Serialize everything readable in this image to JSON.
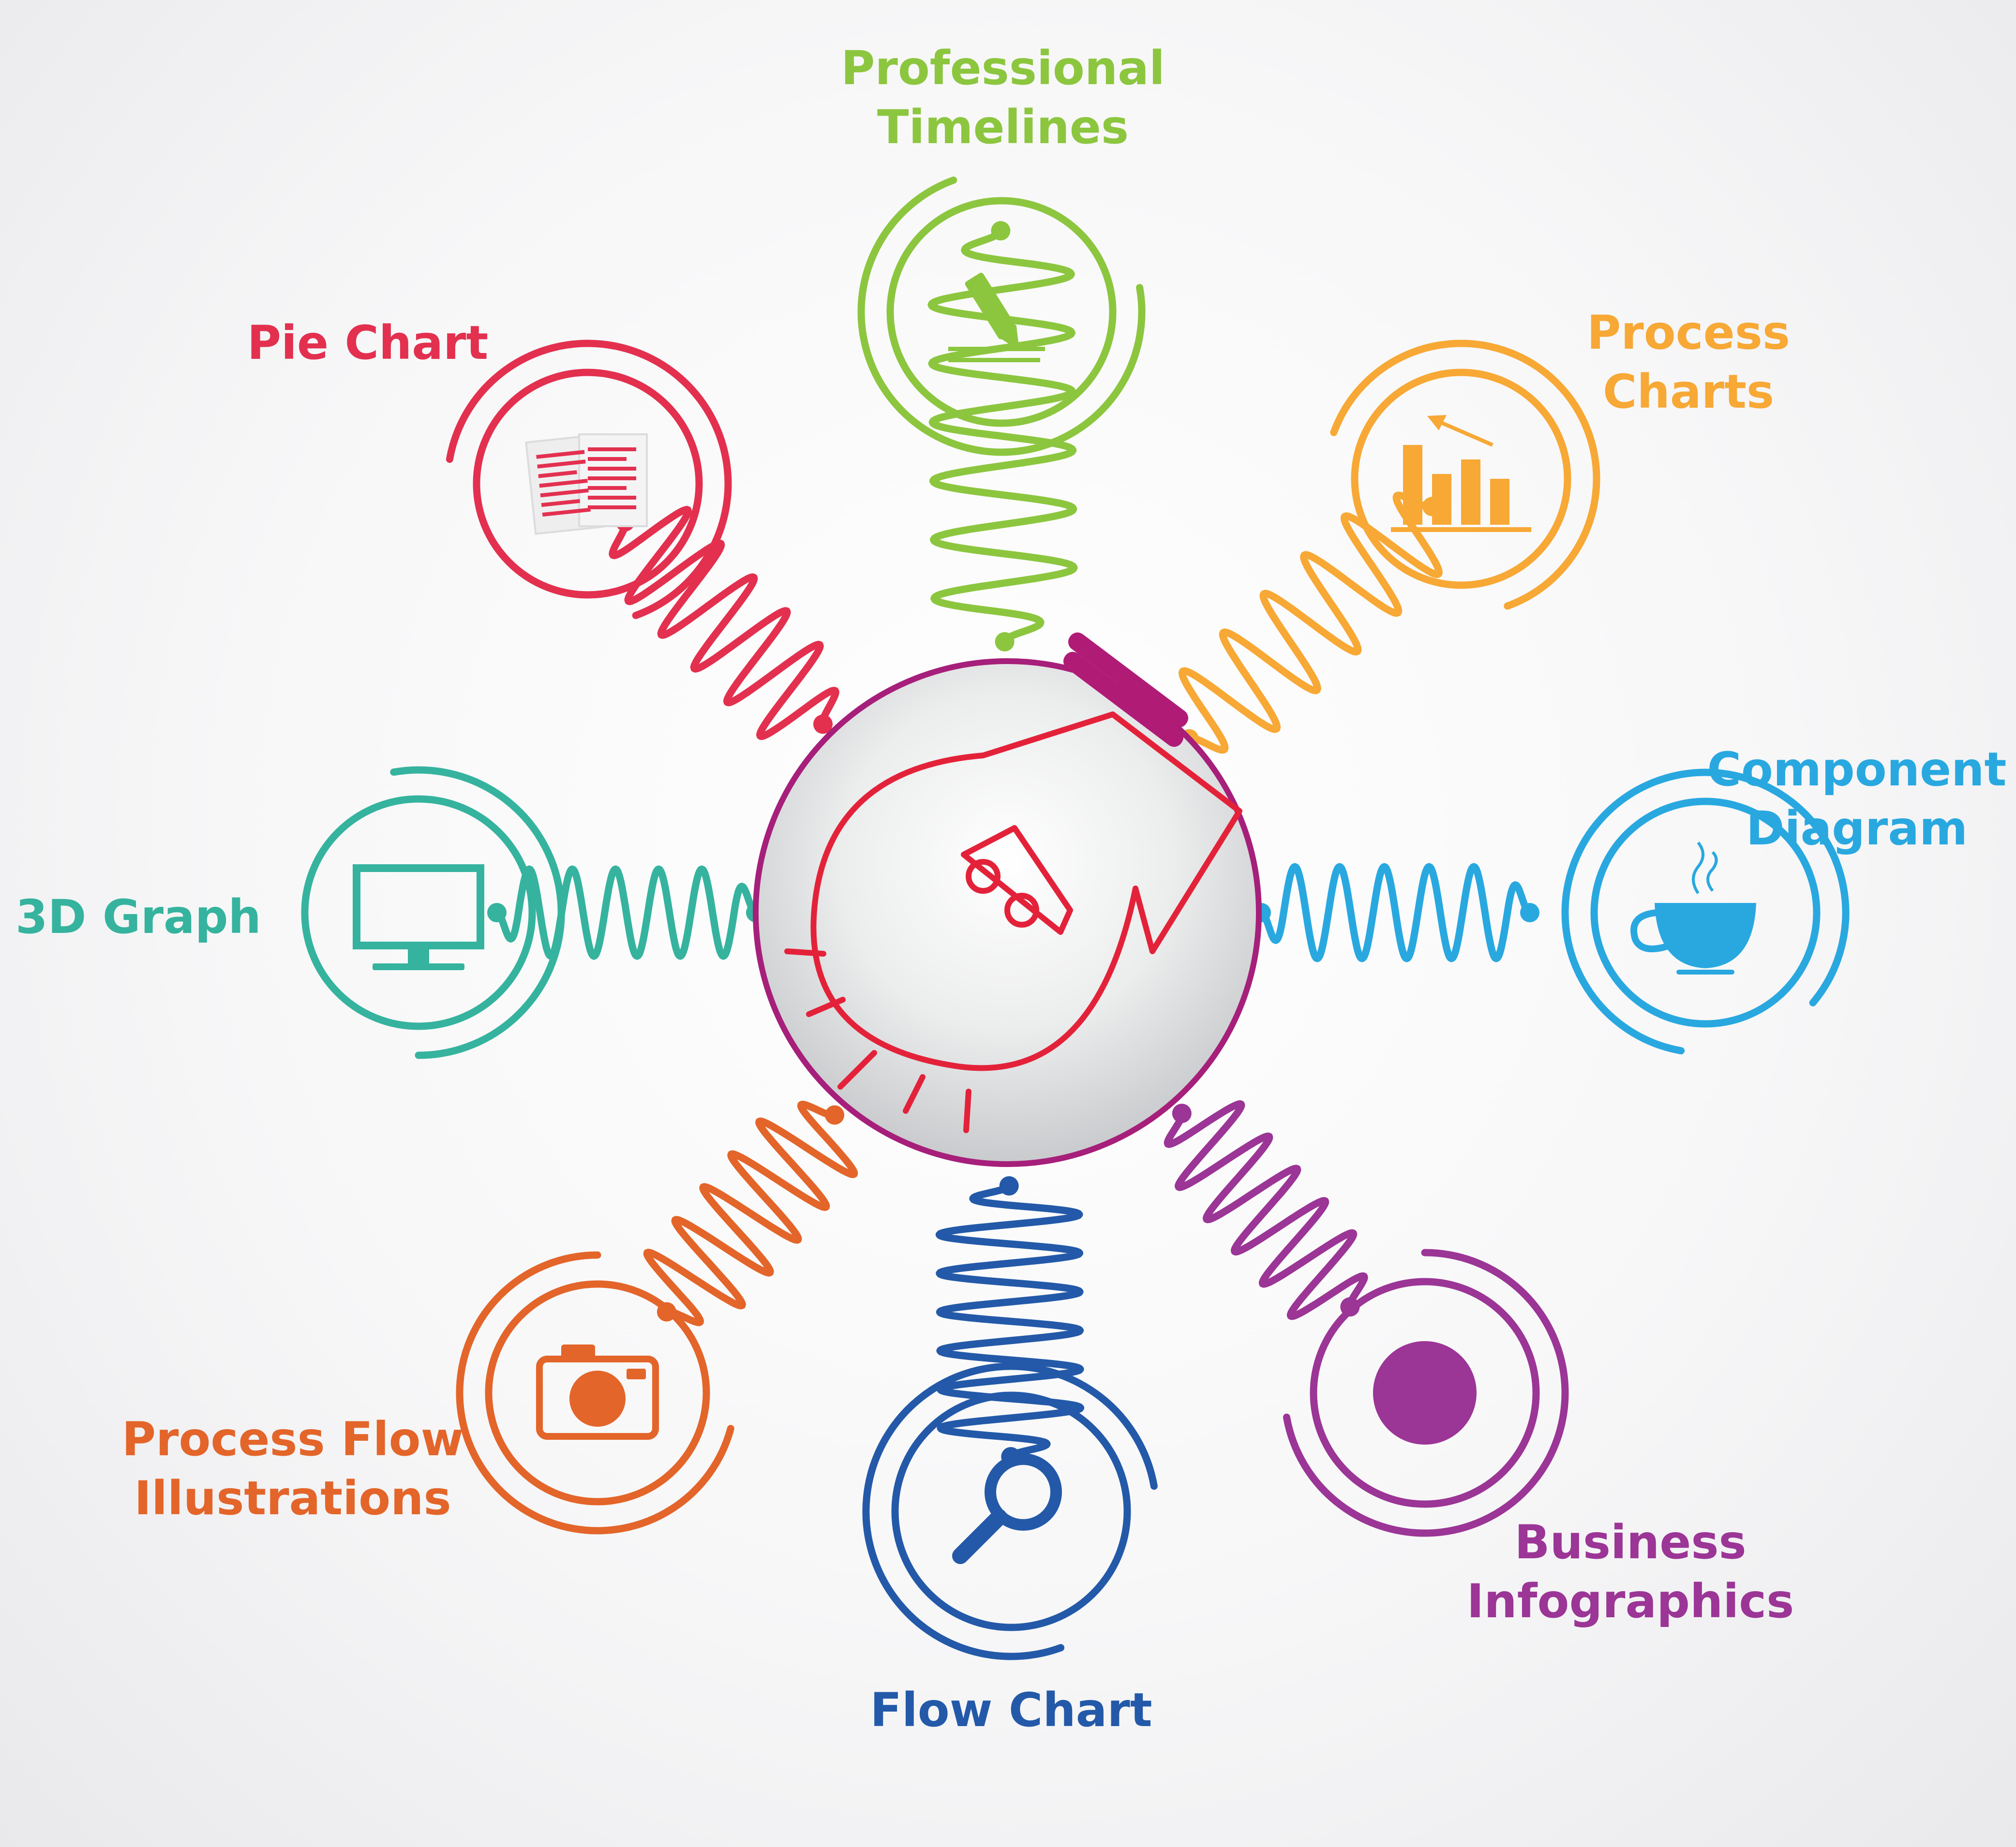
{
  "colors": {
    "hub_border": "#a61f7a",
    "hub_fill": "#d9dadd",
    "bulb": "#e3223a",
    "bulb_cap": "#b01b76"
  },
  "nodes": [
    {
      "id": "professional-timelines",
      "lines": [
        "Professional",
        "Timelines"
      ],
      "color": "#8cc63f",
      "icon": "pencil-icon"
    },
    {
      "id": "process-charts",
      "lines": [
        "Process",
        "Charts"
      ],
      "color": "#f7a835",
      "icon": "bar-chart-icon"
    },
    {
      "id": "component-diagram",
      "lines": [
        "Component",
        "Diagram"
      ],
      "color": "#29a8e0",
      "icon": "coffee-cup-icon"
    },
    {
      "id": "business-infographics",
      "lines": [
        "Business",
        "Infographics"
      ],
      "color": "#9b3596",
      "icon": "globe-icon"
    },
    {
      "id": "flow-chart",
      "lines": [
        "Flow Chart"
      ],
      "color": "#2359a8",
      "icon": "magnifier-icon"
    },
    {
      "id": "process-flow-illustrations",
      "lines": [
        "Process Flow",
        "Illustrations"
      ],
      "color": "#e3652a",
      "icon": "camera-icon"
    },
    {
      "id": "3d-graph",
      "lines": [
        "3D Graph"
      ],
      "color": "#35b39e",
      "icon": "monitor-icon"
    },
    {
      "id": "pie-chart",
      "lines": [
        "Pie Chart"
      ],
      "color": "#e3304f",
      "icon": "documents-icon"
    }
  ]
}
